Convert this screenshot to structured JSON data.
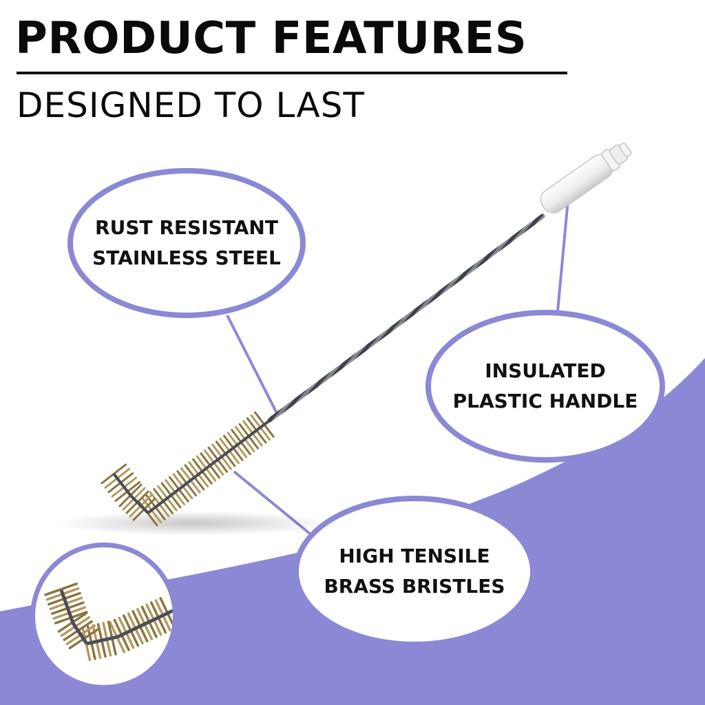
{
  "header": {
    "title": "PRODUCT FEATURES",
    "subtitle": "DESIGNED TO LAST"
  },
  "callouts": {
    "rust": {
      "line1": "RUST RESISTANT",
      "line2": "STAINLESS STEEL"
    },
    "handle": {
      "line1": "INSULATED",
      "line2": "PLASTIC HANDLE"
    },
    "brass": {
      "line1": "HIGH TENSILE",
      "line2": "BRASS BRISTLES"
    }
  },
  "colors": {
    "accent": "#8b88d6",
    "text": "#111111",
    "background": "#ffffff",
    "bristle": "#b39a5c",
    "wire": "#5a5e66",
    "handle": "#f2f2f2"
  },
  "icons": {
    "product": "twisted-wire-brush-icon",
    "zoom": "bristle-closeup-icon"
  }
}
